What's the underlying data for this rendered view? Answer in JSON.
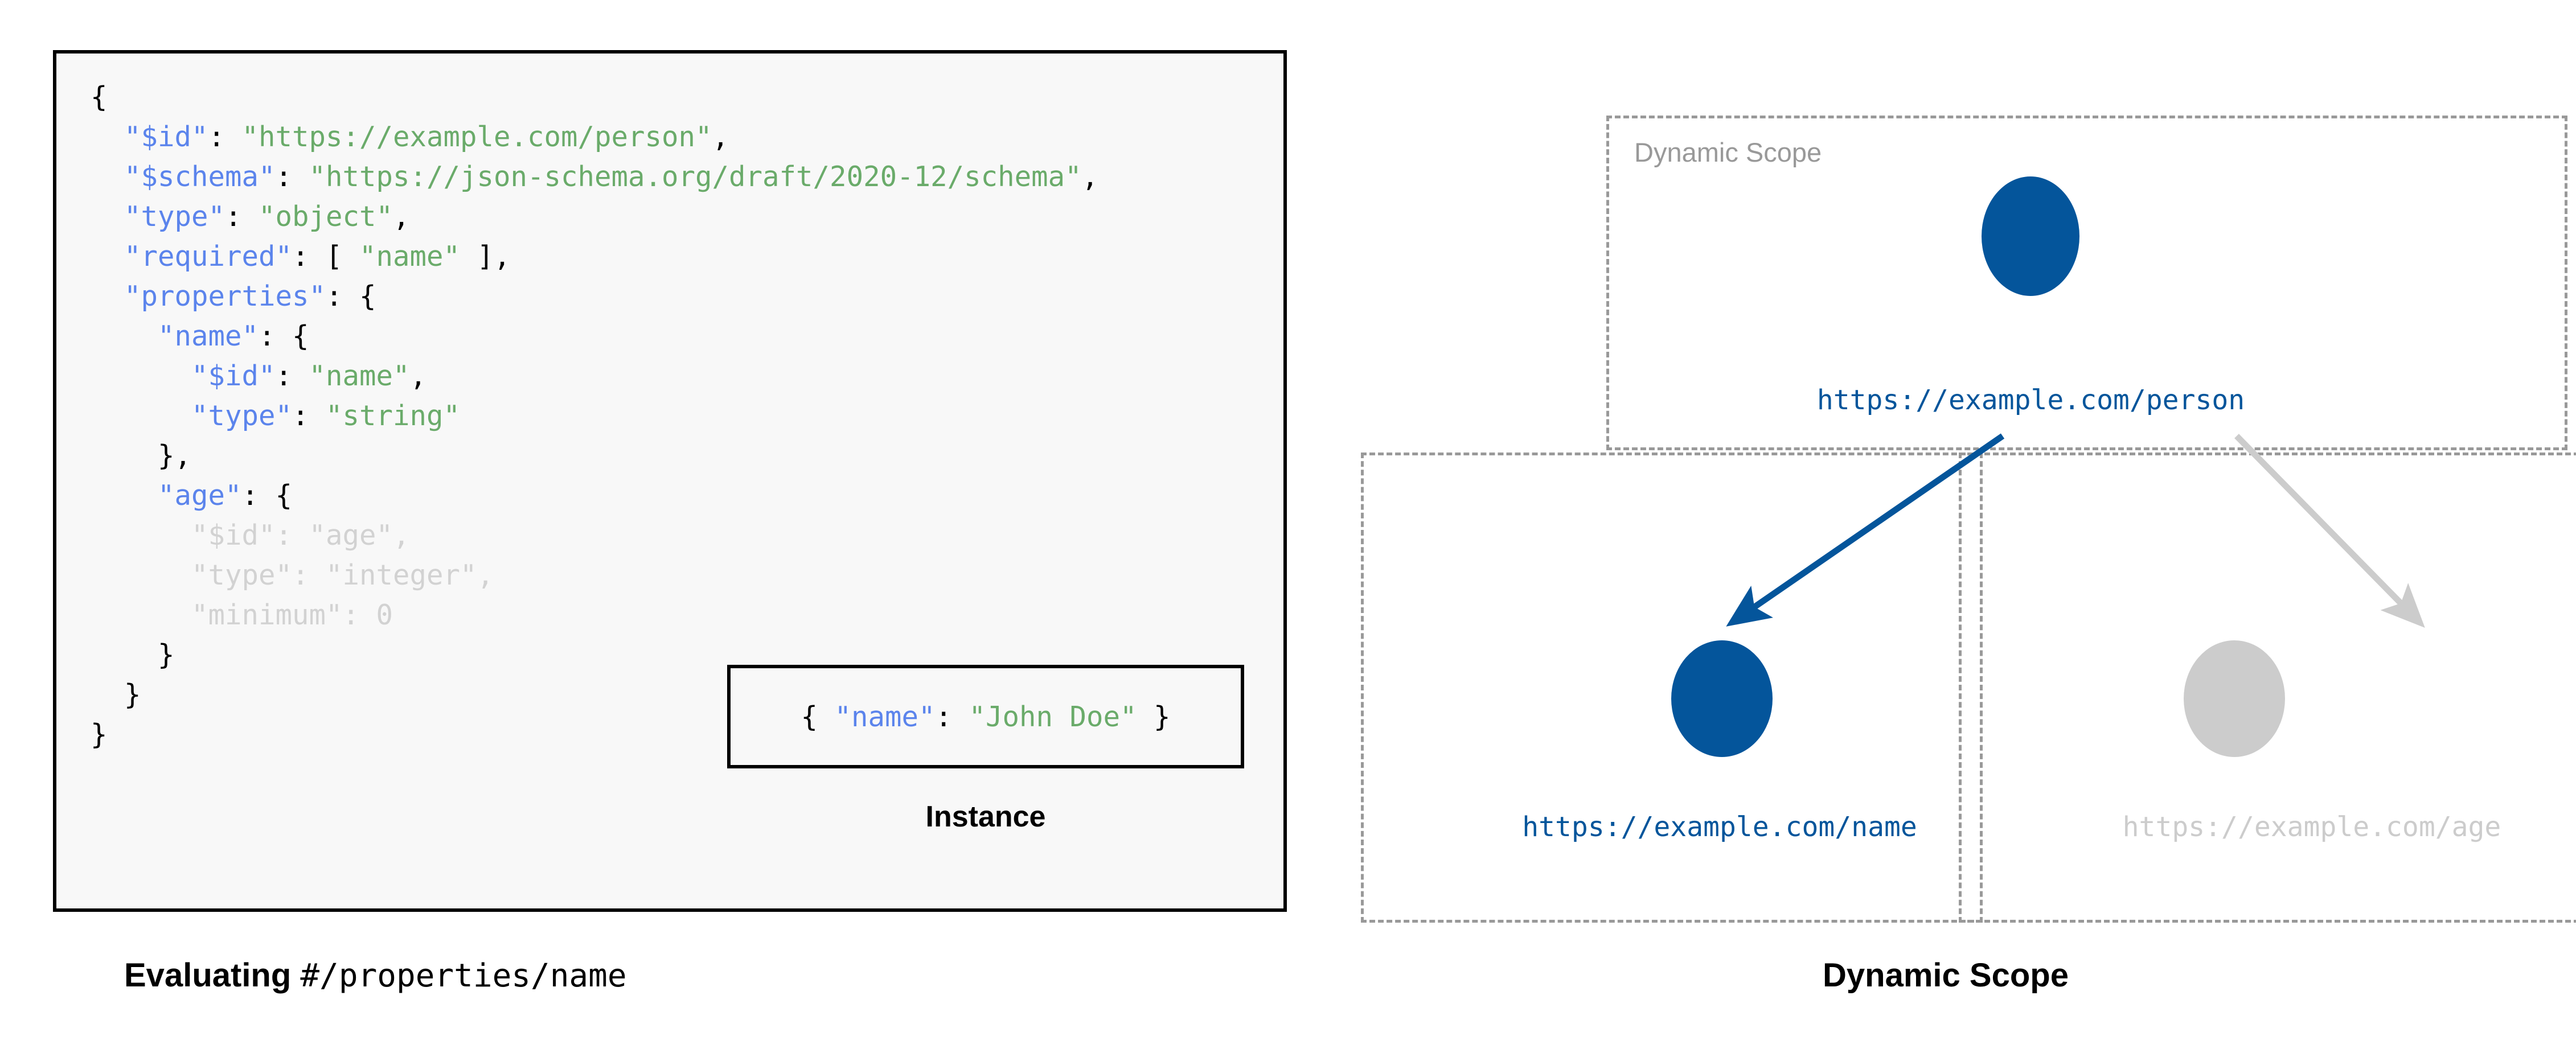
{
  "left": {
    "caption_bold": "Evaluating",
    "caption_mono": "#/properties/name",
    "schema": {
      "lines": [
        {
          "indent": 0,
          "dim": false,
          "tokens": [
            {
              "t": "{",
              "c": "p"
            }
          ]
        },
        {
          "indent": 1,
          "dim": false,
          "tokens": [
            {
              "t": "\"$id\"",
              "c": "k"
            },
            {
              "t": ": ",
              "c": "p"
            },
            {
              "t": "\"https://example.com/person\"",
              "c": "s"
            },
            {
              "t": ",",
              "c": "p"
            }
          ]
        },
        {
          "indent": 1,
          "dim": false,
          "tokens": [
            {
              "t": "\"$schema\"",
              "c": "k"
            },
            {
              "t": ": ",
              "c": "p"
            },
            {
              "t": "\"https://json-schema.org/draft/2020-12/schema\"",
              "c": "s"
            },
            {
              "t": ",",
              "c": "p"
            }
          ]
        },
        {
          "indent": 1,
          "dim": false,
          "tokens": [
            {
              "t": "\"type\"",
              "c": "k"
            },
            {
              "t": ": ",
              "c": "p"
            },
            {
              "t": "\"object\"",
              "c": "s"
            },
            {
              "t": ",",
              "c": "p"
            }
          ]
        },
        {
          "indent": 1,
          "dim": false,
          "tokens": [
            {
              "t": "\"required\"",
              "c": "k"
            },
            {
              "t": ": [ ",
              "c": "p"
            },
            {
              "t": "\"name\"",
              "c": "s"
            },
            {
              "t": " ],",
              "c": "p"
            }
          ]
        },
        {
          "indent": 1,
          "dim": false,
          "tokens": [
            {
              "t": "\"properties\"",
              "c": "k"
            },
            {
              "t": ": {",
              "c": "p"
            }
          ]
        },
        {
          "indent": 2,
          "dim": false,
          "tokens": [
            {
              "t": "\"name\"",
              "c": "k"
            },
            {
              "t": ": {",
              "c": "p"
            }
          ]
        },
        {
          "indent": 3,
          "dim": false,
          "tokens": [
            {
              "t": "\"$id\"",
              "c": "k"
            },
            {
              "t": ": ",
              "c": "p"
            },
            {
              "t": "\"name\"",
              "c": "s"
            },
            {
              "t": ",",
              "c": "p"
            }
          ]
        },
        {
          "indent": 3,
          "dim": false,
          "tokens": [
            {
              "t": "\"type\"",
              "c": "k"
            },
            {
              "t": ": ",
              "c": "p"
            },
            {
              "t": "\"string\"",
              "c": "s"
            }
          ]
        },
        {
          "indent": 2,
          "dim": false,
          "tokens": [
            {
              "t": "},",
              "c": "p"
            }
          ]
        },
        {
          "indent": 2,
          "dim": false,
          "tokens": [
            {
              "t": "\"age\"",
              "c": "k"
            },
            {
              "t": ": {",
              "c": "p"
            }
          ]
        },
        {
          "indent": 3,
          "dim": true,
          "tokens": [
            {
              "t": "\"$id\"",
              "c": "k"
            },
            {
              "t": ": ",
              "c": "p"
            },
            {
              "t": "\"age\"",
              "c": "s"
            },
            {
              "t": ",",
              "c": "p"
            }
          ]
        },
        {
          "indent": 3,
          "dim": true,
          "tokens": [
            {
              "t": "\"type\"",
              "c": "k"
            },
            {
              "t": ": ",
              "c": "p"
            },
            {
              "t": "\"integer\"",
              "c": "s"
            },
            {
              "t": ",",
              "c": "p"
            }
          ]
        },
        {
          "indent": 3,
          "dim": true,
          "tokens": [
            {
              "t": "\"minimum\"",
              "c": "k"
            },
            {
              "t": ": 0",
              "c": "p"
            }
          ]
        },
        {
          "indent": 2,
          "dim": false,
          "tokens": [
            {
              "t": "}",
              "c": "p"
            }
          ]
        },
        {
          "indent": 1,
          "dim": false,
          "tokens": [
            {
              "t": "}",
              "c": "p"
            }
          ]
        },
        {
          "indent": 0,
          "dim": false,
          "tokens": [
            {
              "t": "}",
              "c": "p"
            }
          ]
        }
      ]
    },
    "instance": {
      "caption": "Instance",
      "tokens": [
        {
          "t": "{ ",
          "c": "p"
        },
        {
          "t": "\"name\"",
          "c": "k"
        },
        {
          "t": ": ",
          "c": "p"
        },
        {
          "t": "\"John Doe\"",
          "c": "s"
        },
        {
          "t": " }",
          "c": "p"
        }
      ]
    }
  },
  "right": {
    "caption": "Dynamic Scope",
    "scope_label": "Dynamic Scope",
    "nodes": {
      "person": {
        "label": "https://example.com/person",
        "state": "active"
      },
      "name": {
        "label": "https://example.com/name",
        "state": "active"
      },
      "age": {
        "label": "https://example.com/age",
        "state": "inactive"
      }
    },
    "edges": [
      {
        "from": "person",
        "to": "name",
        "state": "active"
      },
      {
        "from": "person",
        "to": "age",
        "state": "inactive"
      }
    ]
  },
  "colors": {
    "accent_blue": "#04559b",
    "json_key": "#5b84ec",
    "json_string": "#6aab6a",
    "inactive_grey": "#cccccc",
    "dashed_border": "#999999",
    "code_background": "#f8f8f8",
    "border_black": "#000000"
  }
}
